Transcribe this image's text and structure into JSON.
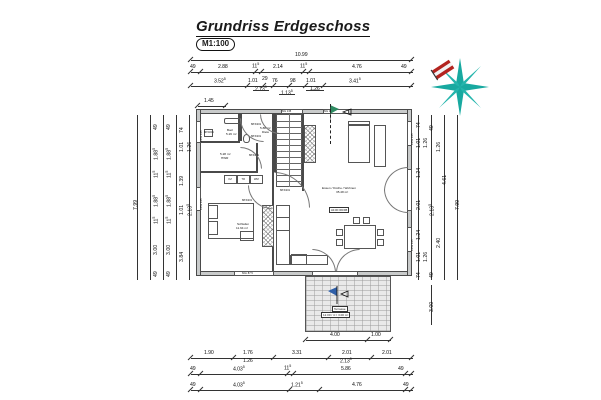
{
  "document": {
    "title": "Grundriss Erdgeschoss",
    "scale_label": "M1:100",
    "drawing_type": "floor-plan",
    "language": "de"
  },
  "compass": {
    "name": "north-arrow-compass-rose",
    "primary_color": "#18a9a0",
    "secondary_color": "#b3241f"
  },
  "view_markers": [
    {
      "name": "section-view-flag-top",
      "color": "#2e8b62",
      "label": ""
    },
    {
      "name": "section-view-flag-terrace",
      "color": "#2f5fa8",
      "label": ""
    }
  ],
  "rooms": [
    {
      "id": "bad",
      "name": "Bad",
      "area": "5.26 m²",
      "label": "Bad",
      "area_label": "5.26 m²"
    },
    {
      "id": "wc",
      "name": "WC",
      "area": "",
      "label": "WC/Du",
      "area_label": ""
    },
    {
      "id": "diele",
      "name": "Diele",
      "area": "5.88 m²",
      "label": "Diele",
      "area_label": "5.88 m²"
    },
    {
      "id": "hwr",
      "name": "HWR",
      "area": "5.28 m²",
      "label": "HWR",
      "area_label": "5.28 m²"
    },
    {
      "id": "schlafen",
      "name": "Schlafen",
      "area": "11.64 m²",
      "label": "Schlafen",
      "area_label": "11.64 m²"
    },
    {
      "id": "wohnen",
      "name": "Essen / Küche / Wohnen",
      "area": "35.48 m²",
      "label": "Essen / Küche / Wohnen",
      "area_label": "35.48 m²"
    },
    {
      "id": "terrasse",
      "name": "Terrasse",
      "area": "3.00 m²",
      "label": "Terrasse",
      "area_label": "12.00 / 4 = 3.00 m²"
    }
  ],
  "openings": [
    {
      "name": "door-tag-diele-1",
      "label": "88.5/201"
    },
    {
      "name": "door-tag-diele-2",
      "label": "88.5/201"
    },
    {
      "name": "door-tag-bad",
      "label": "88.5/201"
    },
    {
      "name": "door-tag-hwr",
      "label": "88.5/201"
    },
    {
      "name": "door-tag-schlafen",
      "label": "88.5/201"
    },
    {
      "name": "window-tag-top-1",
      "label": "60x 135"
    },
    {
      "name": "window-tag-top-2",
      "label": "60x 135"
    },
    {
      "name": "window-tag-left-1",
      "label": "135x 135"
    },
    {
      "name": "window-tag-left-2",
      "label": "135x 135"
    },
    {
      "name": "window-tag-right-1",
      "label": "135x 135"
    },
    {
      "name": "window-tag-right-2",
      "label": "135x 135"
    },
    {
      "name": "window-tag-bottom",
      "label": "60m 87.5"
    },
    {
      "name": "door-tag-terrace",
      "label": "H3.00 OKFFB"
    }
  ],
  "appliances": [
    {
      "name": "appliance-kz",
      "label": "KZ"
    },
    {
      "name": "appliance-tr",
      "label": "TR"
    },
    {
      "name": "appliance-ww",
      "label": "WM"
    }
  ],
  "dimensions": {
    "top": {
      "row1": [
        {
          "value": "10.99",
          "span": "total"
        }
      ],
      "row2": [
        {
          "value": "49"
        },
        {
          "value": "2.88"
        },
        {
          "value": "11",
          "sup": "5"
        },
        {
          "value": "2.14"
        },
        {
          "value": "11",
          "sup": "5"
        },
        {
          "value": "4.76"
        },
        {
          "value": "49"
        }
      ],
      "row3": [
        {
          "value": "3.52",
          "sup": "5"
        },
        {
          "value": "1.01"
        },
        {
          "value": "29"
        },
        {
          "value": "76"
        },
        {
          "value": "98"
        },
        {
          "value": "1.01"
        },
        {
          "value": "3.41",
          "sup": "5"
        }
      ],
      "row4": [
        {
          "value": "2.13",
          "sup": "5"
        },
        {
          "value": "1.13",
          "sup": "5"
        },
        {
          "value": "1.26"
        }
      ]
    },
    "left": {
      "outer_total": "7.99",
      "col_a": [
        {
          "value": "49"
        },
        {
          "value": "1.88",
          "sup": "5"
        },
        {
          "value": "11",
          "sup": "5"
        },
        {
          "value": "1.88",
          "sup": "5"
        },
        {
          "value": "11",
          "sup": "5"
        },
        {
          "value": "3.00"
        },
        {
          "value": "49"
        }
      ],
      "col_b": [
        {
          "value": "49"
        },
        {
          "value": "1.88",
          "sup": "5"
        },
        {
          "value": "11",
          "sup": "5"
        },
        {
          "value": "1.88",
          "sup": "5"
        },
        {
          "value": "11",
          "sup": "5"
        },
        {
          "value": "3.00"
        },
        {
          "value": "49"
        }
      ],
      "col_c": [
        {
          "value": "74"
        },
        {
          "value": "1.01"
        },
        {
          "value": "1.26"
        },
        {
          "value": "1.39"
        },
        {
          "value": "1.01"
        },
        {
          "value": "2.13",
          "sup": "5"
        },
        {
          "value": "3.84"
        }
      ],
      "col_d": [
        {
          "value": "2.13",
          "sup": "5"
        }
      ]
    },
    "right": {
      "col_a": [
        {
          "value": "74"
        },
        {
          "value": "1.01"
        },
        {
          "value": "1.26"
        },
        {
          "value": "1.24"
        },
        {
          "value": "2.01"
        },
        {
          "value": "1.24"
        },
        {
          "value": "1.01"
        },
        {
          "value": "1.26"
        },
        {
          "value": "74"
        }
      ],
      "col_b": [
        {
          "value": "49"
        },
        {
          "value": "1.26"
        },
        {
          "value": "2.13",
          "sup": "5"
        },
        {
          "value": "2.40"
        },
        {
          "value": "49"
        }
      ],
      "col_c": [
        {
          "value": "4.61"
        },
        {
          "value": "7.99"
        }
      ],
      "col_d": [
        {
          "value": "7.99"
        }
      ],
      "terrace_depth": "3.00"
    },
    "bottom": {
      "terrace_row": [
        {
          "value": "4.00"
        },
        {
          "value": "1.00"
        }
      ],
      "row1": [
        {
          "value": "1.90"
        },
        {
          "value": "1.76"
        },
        {
          "value": "3.31"
        },
        {
          "value": "2.01"
        },
        {
          "value": "2.01"
        }
      ],
      "row1b": [
        {
          "value": "1.26"
        },
        {
          "value": "2.13",
          "sup": "5"
        }
      ],
      "row2": [
        {
          "value": "49"
        },
        {
          "value": "4.03",
          "sup": "5"
        },
        {
          "value": "11",
          "sup": "5"
        },
        {
          "value": "5.86"
        },
        {
          "value": "49"
        }
      ],
      "row3": [
        {
          "value": "49"
        },
        {
          "value": "4.03",
          "sup": "5"
        },
        {
          "value": "1.21",
          "sup": "5"
        },
        {
          "value": "4.76"
        },
        {
          "value": "49"
        }
      ]
    },
    "misc": {
      "top_left_offset": "1.45"
    }
  }
}
